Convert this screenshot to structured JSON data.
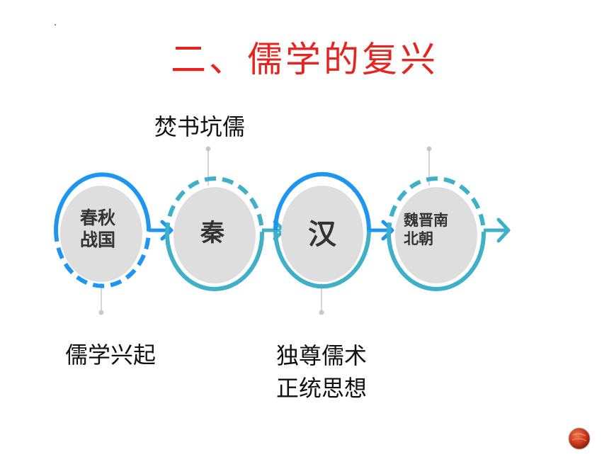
{
  "title": "二、儒学的复兴",
  "colors": {
    "title": "#e8231e",
    "blue": "#1e96f0",
    "teal": "#3fb0c8",
    "node_fill": "#dedede",
    "badge": "#c8341c"
  },
  "nodes": [
    {
      "label_line1": "春秋",
      "label_line2": "战国"
    },
    {
      "label": "秦"
    },
    {
      "label": "汉"
    },
    {
      "label_line1": "魏晋南",
      "label_line2": "北朝"
    }
  ],
  "captions": {
    "qin": "焚书坑儒",
    "chunqiu": "儒学兴起",
    "han_line1": "独尊儒术",
    "han_line2": "正统思想"
  },
  "icons": {
    "flow_arrow": "chevron-right-icon",
    "badge": "circle-badge-icon"
  }
}
